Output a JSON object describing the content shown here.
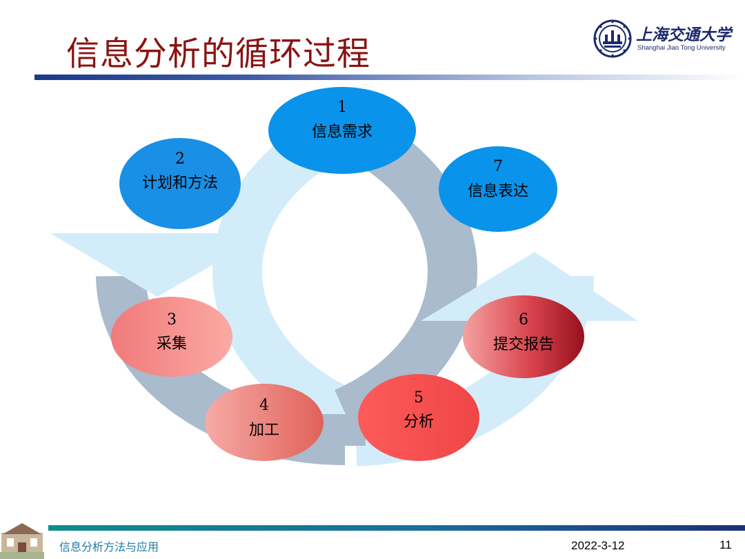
{
  "header": {
    "title": "信息分析的循环过程",
    "logo_cn": "上海交通大学",
    "logo_en": "Shanghai Jiao Tong University"
  },
  "diagram": {
    "nodes": [
      {
        "num": "1",
        "label": "信息需求"
      },
      {
        "num": "2",
        "label": "计划和方法"
      },
      {
        "num": "3",
        "label": "采集"
      },
      {
        "num": "4",
        "label": "加工"
      },
      {
        "num": "5",
        "label": "分析"
      },
      {
        "num": "6",
        "label": "提交报告"
      },
      {
        "num": "7",
        "label": "信息表达"
      }
    ]
  },
  "footer": {
    "course": "信息分析方法与应用",
    "date": "2022-3-12",
    "page": "11"
  },
  "colors": {
    "title": "#8b1313",
    "blue_node": "#0a93ea",
    "red_node": "#e83c3c",
    "ring_gray": "#a9b9cb",
    "ring_light": "#cfe9f8"
  }
}
